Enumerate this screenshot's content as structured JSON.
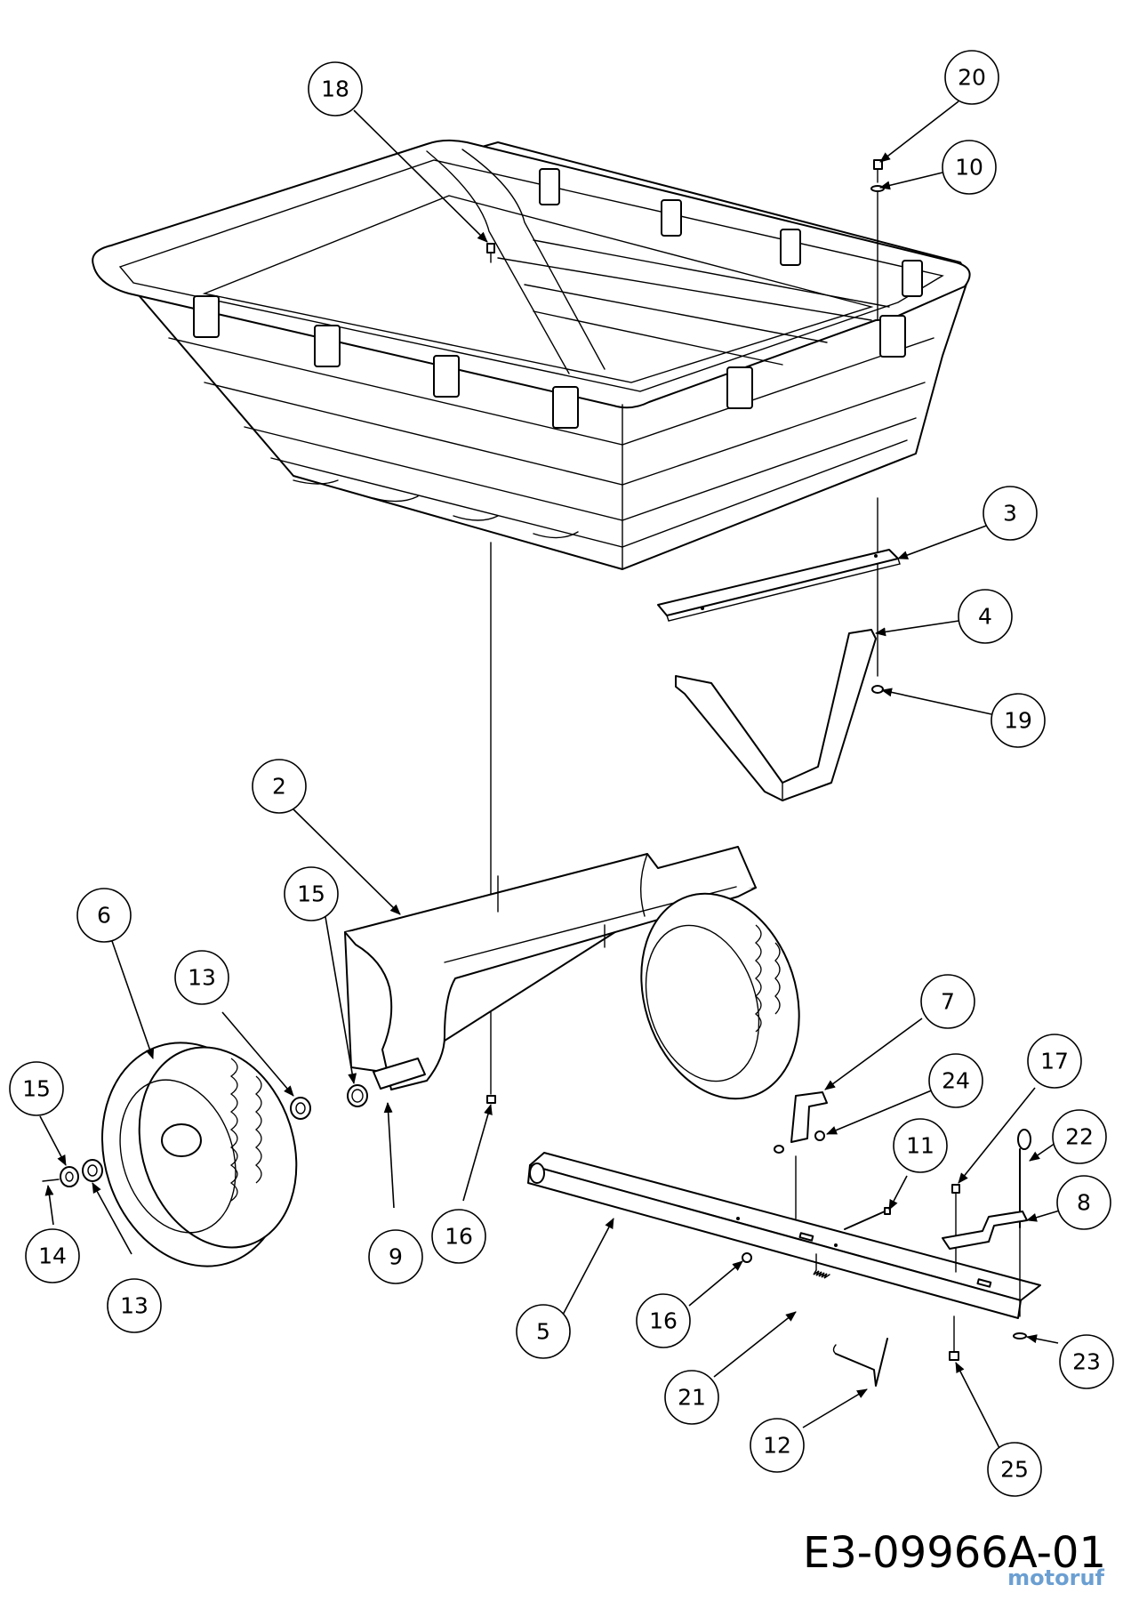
{
  "document_code": "E3-09966A-01",
  "watermark_text": "motoruf",
  "callouts": [
    {
      "id": "c18",
      "label": "18"
    },
    {
      "id": "c20",
      "label": "20"
    },
    {
      "id": "c10",
      "label": "10"
    },
    {
      "id": "c3",
      "label": "3"
    },
    {
      "id": "c4",
      "label": "4"
    },
    {
      "id": "c19",
      "label": "19"
    },
    {
      "id": "c2",
      "label": "2"
    },
    {
      "id": "c15a",
      "label": "15"
    },
    {
      "id": "c6",
      "label": "6"
    },
    {
      "id": "c13a",
      "label": "13"
    },
    {
      "id": "c15b",
      "label": "15"
    },
    {
      "id": "c14",
      "label": "14"
    },
    {
      "id": "c13b",
      "label": "13"
    },
    {
      "id": "c9",
      "label": "9"
    },
    {
      "id": "c16a",
      "label": "16"
    },
    {
      "id": "c7",
      "label": "7"
    },
    {
      "id": "c24",
      "label": "24"
    },
    {
      "id": "c17",
      "label": "17"
    },
    {
      "id": "c11",
      "label": "11"
    },
    {
      "id": "c22",
      "label": "22"
    },
    {
      "id": "c8",
      "label": "8"
    },
    {
      "id": "c5",
      "label": "5"
    },
    {
      "id": "c16b",
      "label": "16"
    },
    {
      "id": "c21",
      "label": "21"
    },
    {
      "id": "c23",
      "label": "23"
    },
    {
      "id": "c12",
      "label": "12"
    },
    {
      "id": "c25",
      "label": "25"
    }
  ]
}
